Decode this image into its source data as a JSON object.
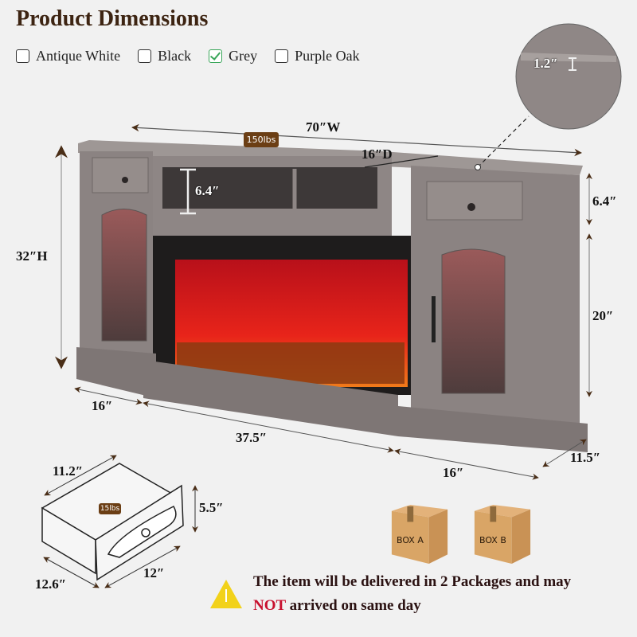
{
  "title": "Product Dimensions",
  "color_options": [
    {
      "label": "Antique White",
      "checked": false
    },
    {
      "label": "Black",
      "checked": false
    },
    {
      "label": "Grey",
      "checked": true
    },
    {
      "label": "Purple Oak",
      "checked": false
    }
  ],
  "dimensions": {
    "width": "70″W",
    "depth": "16″D",
    "height": "32″H",
    "shelf_height": "6.4″",
    "top_thickness": "1.2″",
    "drawer_section_height": "6.4″",
    "cabinet_height": "20″",
    "side_depth": "11.5″",
    "left_cabinet_width": "16″",
    "fireplace_width": "37.5″",
    "right_cabinet_width": "16″"
  },
  "weights": {
    "total": "150lbs",
    "drawer": "15lbs"
  },
  "drawer": {
    "length": "11.2″",
    "height": "5.5″",
    "depth": "12.6″",
    "width": "12″"
  },
  "packages": [
    "BOX A",
    "BOX B"
  ],
  "notice": {
    "line1": "The item will be delivered in 2 Packages and may",
    "emphasis": "NOT",
    "line2_rest": " arrived on same day"
  },
  "colors": {
    "title": "#3d2412",
    "check": "#3aa65a",
    "wood": "#8a8280",
    "flame": "#e0201a",
    "warning": "#f2d21a",
    "notice_red": "#c8102e"
  }
}
